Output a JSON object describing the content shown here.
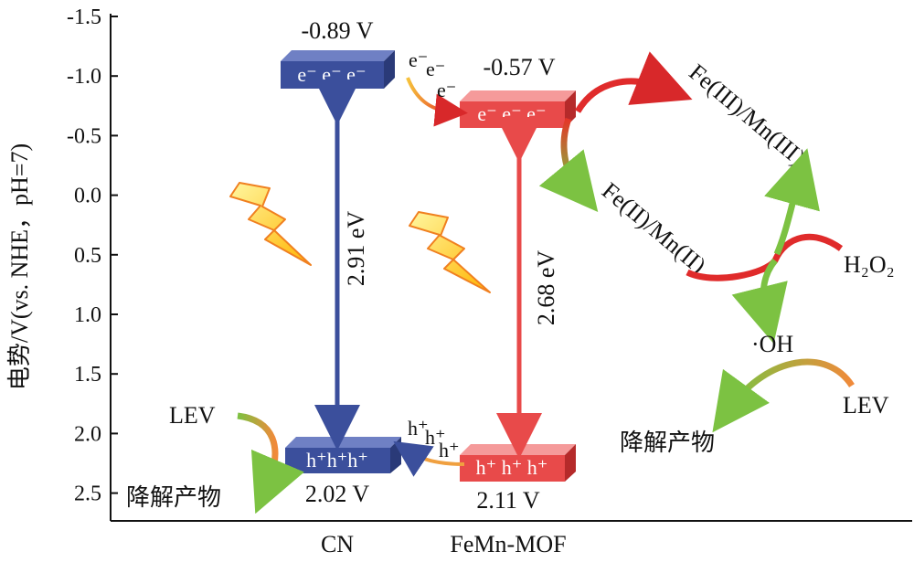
{
  "axis": {
    "ylabel": "电势/V(vs. NHE，pH=7)",
    "ticks": [
      "-1.5",
      "-1.0",
      "-0.5",
      "0.0",
      "0.5",
      "1.0",
      "1.5",
      "2.0",
      "2.5"
    ]
  },
  "materials": [
    {
      "name": "CN",
      "cb_potential": "-0.89 V",
      "vb_potential": "2.02 V",
      "band_gap": "2.91 eV",
      "cb_text": "e⁻ e⁻ e⁻",
      "vb_text": "h⁺h⁺h⁺",
      "color": "#3b4f9c"
    },
    {
      "name": "FeMn-MOF",
      "cb_potential": "-0.57 V",
      "vb_potential": "2.11 V",
      "band_gap": "2.68 eV",
      "cb_text": "e⁻ e⁻ e⁻",
      "vb_text": "h⁺ h⁺ h⁺",
      "color": "#e84a4a"
    }
  ],
  "transfer": {
    "electrons": [
      "e⁻",
      "e⁻",
      "e⁻"
    ],
    "holes": [
      "h⁺",
      "h⁺",
      "h⁺"
    ]
  },
  "cycle": {
    "oxidized": "Fe(III)/Mn(III)",
    "reduced": "Fe(II)/Mn(II)",
    "oxidant": "H₂O₂",
    "radical": "·OH"
  },
  "degradation": {
    "left_reactant": "LEV",
    "left_product": "降解产物",
    "right_reactant": "LEV",
    "right_product": "降解产物"
  },
  "colors": {
    "cn": "#3b4f9c",
    "femn": "#e84a4a",
    "green": "#7cc242",
    "orange": "#f08a3a",
    "red": "#e02b2b",
    "bolt": "#ffd21f"
  }
}
